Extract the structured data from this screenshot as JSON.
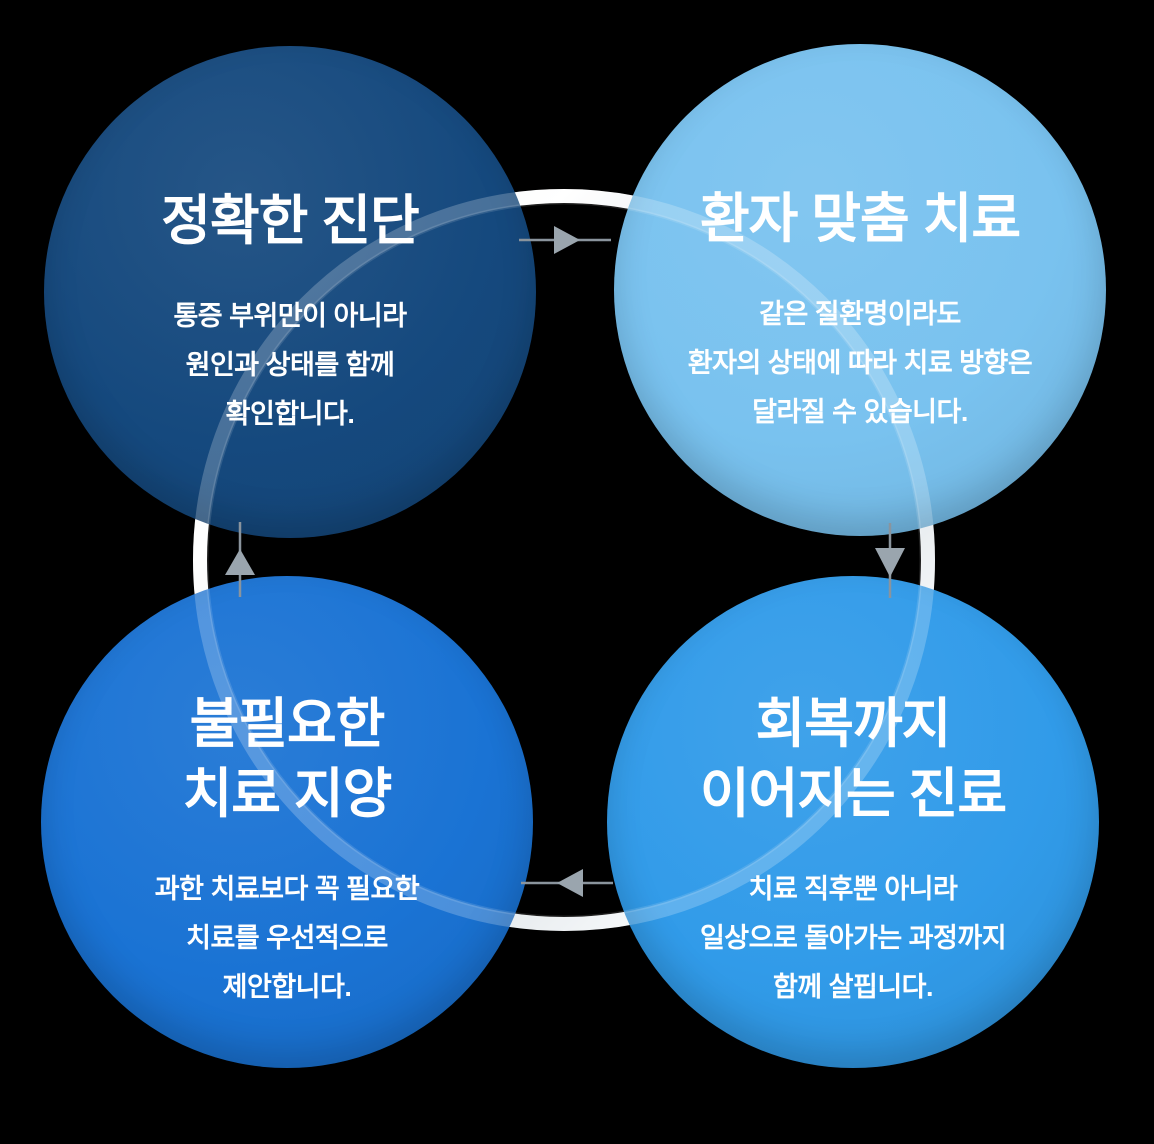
{
  "diagram": {
    "type": "cycle",
    "direction": "clockwise",
    "background_color": "#000000",
    "text_color": "#ffffff"
  },
  "circles": [
    {
      "id": "accurate-diagnosis",
      "title": "정확한 진단",
      "title_lines": [
        "정확한 진단"
      ],
      "desc_lines": [
        "통증 부위만이 아니라",
        "원인과 상태를 함께",
        "확인합니다."
      ],
      "color": "#15497e"
    },
    {
      "id": "patient-tailored-treatment",
      "title": "환자 맞춤 치료",
      "title_lines": [
        "환자 맞춤 치료"
      ],
      "desc_lines": [
        "같은 질환명이라도",
        "환자의 상태에 따라 치료 방향은",
        "달라질 수 있습니다."
      ],
      "color": "#79c2ef"
    },
    {
      "id": "avoid-unnecessary-treatment",
      "title": "불필요한 치료 지양",
      "title_lines": [
        "불필요한",
        "치료 지양"
      ],
      "desc_lines": [
        "과한 치료보다 꼭 필요한",
        "치료를 우선적으로",
        "제안합니다."
      ],
      "color": "#1a73d4"
    },
    {
      "id": "care-through-recovery",
      "title": "회복까지 이어지는 진료",
      "title_lines": [
        "회복까지",
        "이어지는 진료"
      ],
      "desc_lines": [
        "치료 직후뿐 아니라",
        "일상으로 돌아가는 과정까지",
        "함께 살핍니다."
      ],
      "color": "#319be9"
    }
  ],
  "ring": {
    "style": "metallic-silver",
    "highlight_color": "#ffffff",
    "shade_color": "#c3ccd3",
    "overlay_opacity": "0.22"
  },
  "arrows": {
    "triangle_color": "#9aa5ae",
    "line_color": "#8a949d",
    "direction": "clockwise"
  }
}
